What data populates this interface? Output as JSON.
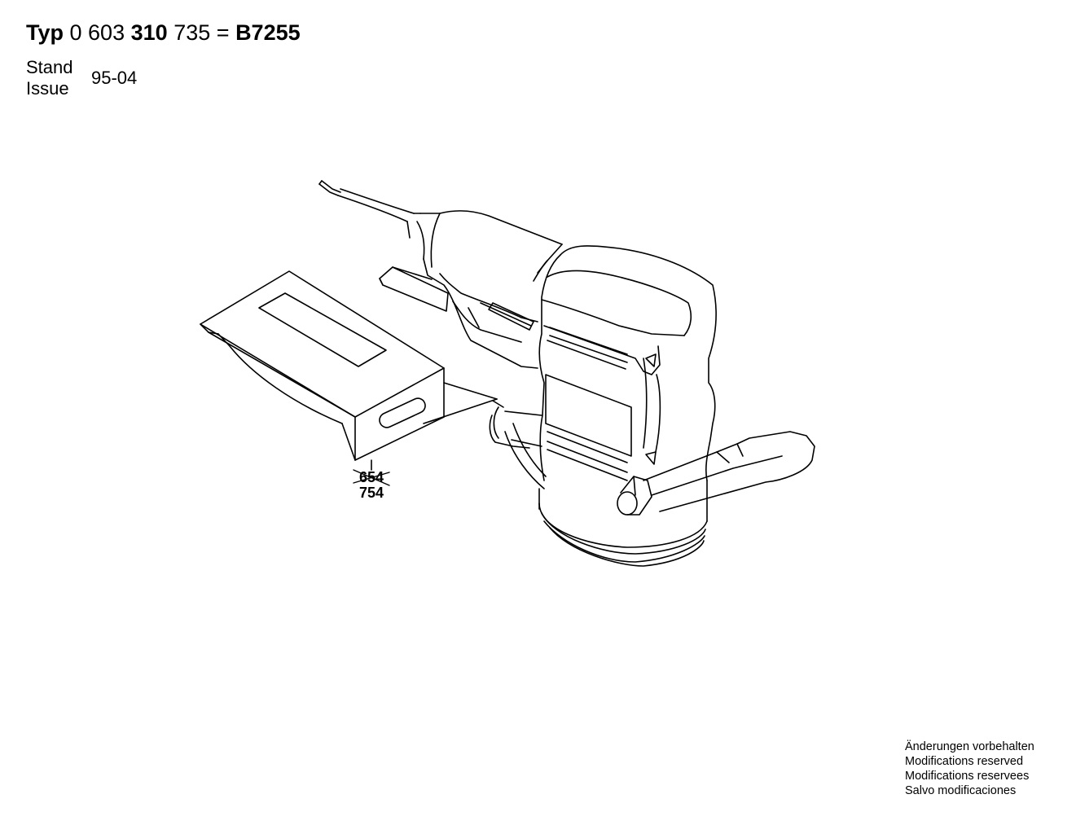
{
  "header": {
    "prefix": "Typ",
    "num_a": "0 603",
    "num_b": "310",
    "num_c": "735",
    "equals": "=",
    "model": "B7255"
  },
  "issue": {
    "label_de": "Stand",
    "label_en": "Issue",
    "date": "95-04"
  },
  "parts": {
    "old_number": "654",
    "new_number": "754"
  },
  "footnote": {
    "de": "Änderungen vorbehalten",
    "en": "Modifications reserved",
    "fr": "Modifications reservees",
    "es": "Salvo modificaciones"
  }
}
